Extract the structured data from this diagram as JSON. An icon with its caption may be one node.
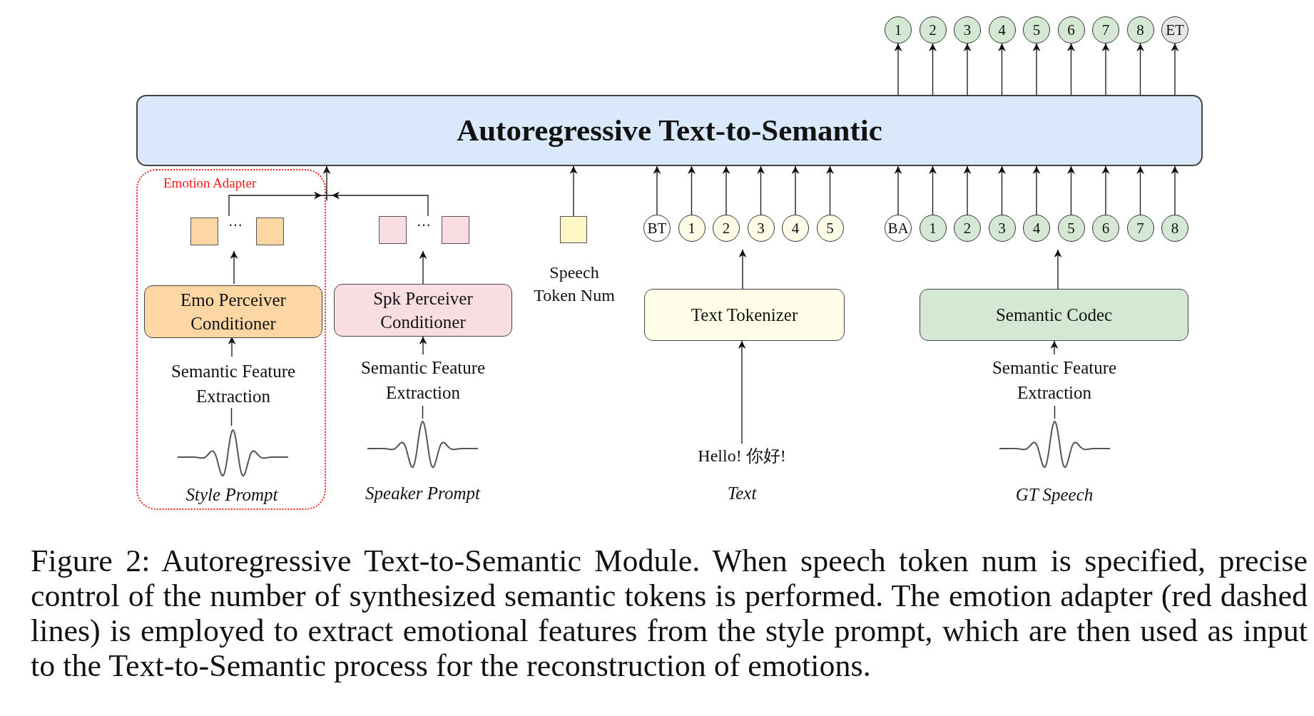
{
  "diagram": {
    "caption": "Figure 2: Autoregressive Text-to-Semantic Module. When speech token num is specified, precise control of the number of synthesized semantic tokens is performed. The emotion adapter (red dashed lines) is employed to extract emotional features from the style prompt, which are then used as input to the Text-to-Semantic process for the reconstruction of emotions.",
    "nodes": [
      {
        "text": [
          "Autoregressive Text-to-Semantic"
        ]
      },
      {
        "text": [
          "1"
        ]
      },
      {
        "text": [
          "2"
        ]
      },
      {
        "text": [
          "3"
        ]
      },
      {
        "text": [
          "4"
        ]
      },
      {
        "text": [
          "5"
        ]
      },
      {
        "text": [
          "6"
        ]
      },
      {
        "text": [
          "7"
        ]
      },
      {
        "text": [
          "8"
        ]
      },
      {
        "text": [
          "ET"
        ]
      },
      {
        "text": [
          "Emotion Adapter"
        ]
      },
      {
        "text": [],
        "shape": "box",
        "in": 10
      },
      {
        "text": [],
        "shape": "box",
        "in": 10
      },
      {
        "text": [
          "Emo Perceiver Conditioner"
        ],
        "in": 10
      },
      {
        "text": [
          "Semantic Feature Extraction"
        ],
        "in": 10
      },
      {
        "text": [],
        "shape": "picture",
        "in": 10,
        "beside": [
          "Style Prompt"
        ]
      },
      {
        "text": [],
        "shape": "box"
      },
      {
        "text": [],
        "shape": "box"
      },
      {
        "text": [
          "Spk Perceiver Conditioner"
        ]
      },
      {
        "text": [
          "Semantic Feature Extraction"
        ]
      },
      {
        "text": [],
        "shape": "picture",
        "beside": [
          "Speaker Prompt"
        ]
      },
      {
        "text": [],
        "shape": "plus"
      },
      {
        "text": [],
        "shape": "box",
        "beside": [
          "Speech Token Num"
        ]
      },
      {
        "text": [
          "BT"
        ]
      },
      {
        "text": [
          "1"
        ]
      },
      {
        "text": [
          "2"
        ]
      },
      {
        "text": [
          "3"
        ]
      },
      {
        "text": [
          "4"
        ]
      },
      {
        "text": [
          "5"
        ]
      },
      {
        "text": [
          "Text Tokenizer"
        ]
      },
      {
        "text": [
          "Hello! 你好!"
        ],
        "beside": [
          "Text"
        ]
      },
      {
        "text": [
          "BA"
        ]
      },
      {
        "text": [
          "1"
        ]
      },
      {
        "text": [
          "2"
        ]
      },
      {
        "text": [
          "3"
        ]
      },
      {
        "text": [
          "4"
        ]
      },
      {
        "text": [
          "5"
        ]
      },
      {
        "text": [
          "6"
        ]
      },
      {
        "text": [
          "7"
        ]
      },
      {
        "text": [
          "8"
        ]
      },
      {
        "text": [
          "Semantic Codec"
        ]
      },
      {
        "text": [
          "Semantic Feature Extraction"
        ]
      },
      {
        "text": [],
        "shape": "picture",
        "beside": [
          "GT Speech"
        ]
      }
    ],
    "edges": [
      {
        "from": 0,
        "to": 1,
        "arrow": "to"
      },
      {
        "from": 0,
        "to": 2,
        "arrow": "to"
      },
      {
        "from": 0,
        "to": 3,
        "arrow": "to"
      },
      {
        "from": 0,
        "to": 4,
        "arrow": "to"
      },
      {
        "from": 0,
        "to": 5,
        "arrow": "to"
      },
      {
        "from": 0,
        "to": 6,
        "arrow": "to"
      },
      {
        "from": 0,
        "to": 7,
        "arrow": "to"
      },
      {
        "from": 0,
        "to": 8,
        "arrow": "to"
      },
      {
        "from": 0,
        "to": 9,
        "arrow": "to"
      },
      {
        "from": 11,
        "to": 21,
        "arrow": "to"
      },
      {
        "from": 17,
        "to": 21,
        "arrow": "to"
      },
      {
        "from": 21,
        "to": 0,
        "arrow": "to"
      },
      {
        "from": 13,
        "to": 11,
        "arrow": "to"
      },
      {
        "from": 14,
        "to": 13,
        "arrow": "to"
      },
      {
        "from": 15,
        "to": 14,
        "arrow": "none"
      },
      {
        "from": 18,
        "to": 16,
        "arrow": "to"
      },
      {
        "from": 19,
        "to": 18,
        "arrow": "to"
      },
      {
        "from": 20,
        "to": 19,
        "arrow": "none"
      },
      {
        "from": 22,
        "to": 0,
        "arrow": "to"
      },
      {
        "from": 23,
        "to": 0,
        "arrow": "to"
      },
      {
        "from": 24,
        "to": 0,
        "arrow": "to"
      },
      {
        "from": 25,
        "to": 0,
        "arrow": "to"
      },
      {
        "from": 26,
        "to": 0,
        "arrow": "to"
      },
      {
        "from": 27,
        "to": 0,
        "arrow": "to"
      },
      {
        "from": 28,
        "to": 0,
        "arrow": "to"
      },
      {
        "from": 29,
        "to": 25,
        "arrow": "to"
      },
      {
        "from": 30,
        "to": 29,
        "arrow": "to"
      },
      {
        "from": 31,
        "to": 0,
        "arrow": "to"
      },
      {
        "from": 32,
        "to": 0,
        "arrow": "to"
      },
      {
        "from": 33,
        "to": 0,
        "arrow": "to"
      },
      {
        "from": 34,
        "to": 0,
        "arrow": "to"
      },
      {
        "from": 35,
        "to": 0,
        "arrow": "to"
      },
      {
        "from": 36,
        "to": 0,
        "arrow": "to"
      },
      {
        "from": 37,
        "to": 0,
        "arrow": "to"
      },
      {
        "from": 38,
        "to": 0,
        "arrow": "to"
      },
      {
        "from": 39,
        "to": 0,
        "arrow": "to"
      },
      {
        "from": 40,
        "to": 35,
        "arrow": "to"
      },
      {
        "from": 41,
        "to": 40,
        "arrow": "to"
      },
      {
        "from": 42,
        "to": 41,
        "arrow": "none"
      }
    ],
    "labels": [
      "…",
      "…"
    ]
  }
}
